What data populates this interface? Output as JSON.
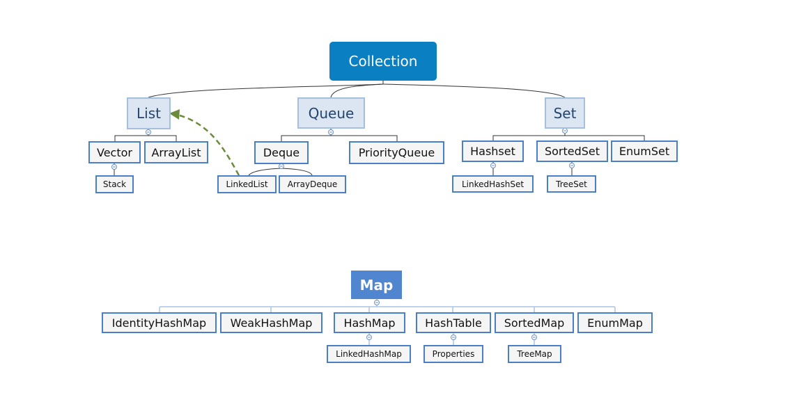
{
  "collection": {
    "root": "Collection",
    "list": {
      "label": "List",
      "children": [
        "Vector",
        "ArrayList"
      ],
      "vector_child": "Stack"
    },
    "queue": {
      "label": "Queue",
      "children": [
        "Deque",
        "PriorityQueue"
      ],
      "deque_children": [
        "LinkedList",
        "ArrayDeque"
      ]
    },
    "set": {
      "label": "Set",
      "children": [
        "Hashset",
        "SortedSet",
        "EnumSet"
      ],
      "hashset_child": "LinkedHashSet",
      "sortedset_child": "TreeSet"
    }
  },
  "map": {
    "root": "Map",
    "children": [
      "IdentityHashMap",
      "WeakHashMap",
      "HashMap",
      "HashTable",
      "SortedMap",
      "EnumMap"
    ],
    "hashmap_child": "LinkedHashMap",
    "hashtable_child": "Properties",
    "sortedmap_child": "TreeMap"
  },
  "colors": {
    "root_fill": "#0a7fc2",
    "map_root_fill": "#4f86cf",
    "node_border": "#4a7fc8",
    "main_fill": "#dce6f2",
    "connector": "#333333",
    "map_connector": "#a9c4e6",
    "inheritance_arrow": "#6a8c3a"
  }
}
